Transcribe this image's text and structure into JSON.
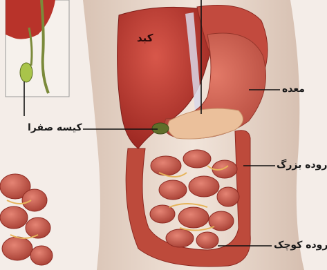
{
  "labels": {
    "liver": "کبد",
    "stomach": "معده",
    "gallbladder": "کیسه صفرا",
    "large_intestine": "روده بزرگ",
    "small_intestine": "روده کوچک"
  },
  "colors": {
    "background": "#f3ece6",
    "skin": "#ead8cc",
    "liver": "#b8332a",
    "stomach": "#c95a4a",
    "intestine": "#c0503f",
    "intestine_dark": "#8e2a22",
    "gallbladder": "#6d7b2e",
    "pancreas": "#e8b58c",
    "leader_line": "#111111"
  }
}
